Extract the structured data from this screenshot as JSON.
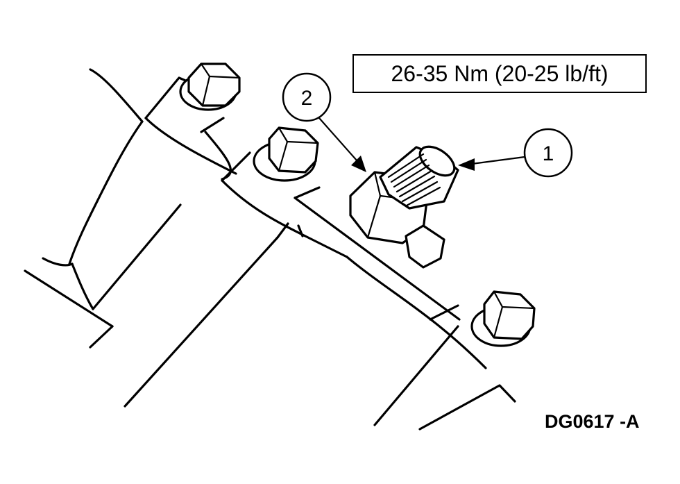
{
  "torque_spec": "26-35 Nm (20-25 lb/ft)",
  "figure_id": "DG0617 -A",
  "callouts": [
    {
      "number": "1"
    },
    {
      "number": "2"
    }
  ]
}
